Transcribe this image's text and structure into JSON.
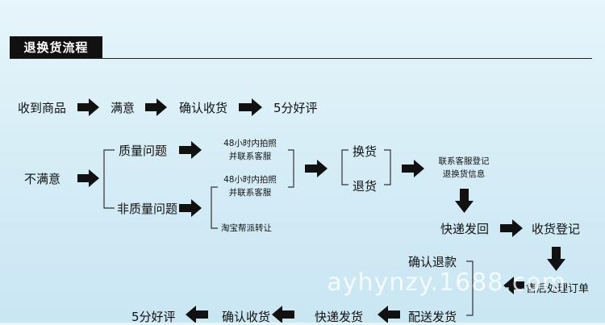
{
  "header": {
    "title": "退换货流程"
  },
  "flow": {
    "received": "收到商品",
    "satisfied": "满意",
    "confirm_receipt": "确认收货",
    "five_star": "5分好评",
    "unsatisfied": "不满意",
    "quality_issue": "质量问题",
    "non_quality_issue": "非质量问题",
    "photo_line1": "48小时内拍照",
    "photo_line2": "并联系客服",
    "photo2_line1": "48小时内拍照",
    "photo2_line2": "并联系客服",
    "taobao_transfer": "淘宝帮派转让",
    "exchange": "换货",
    "return": "退货",
    "contact_line1": "联系客服登记",
    "contact_line2": "退换货信息",
    "express_return": "快递发回",
    "receipt_register": "收货登记",
    "confirm_refund": "确认退款",
    "after_sales": "售后处理订单",
    "deliver": "配送发货",
    "express_ship": "快递发货",
    "confirm_receipt_2": "确认收货",
    "five_star_2": "5分好评"
  },
  "watermark": "ayhynzy.1688.com"
}
